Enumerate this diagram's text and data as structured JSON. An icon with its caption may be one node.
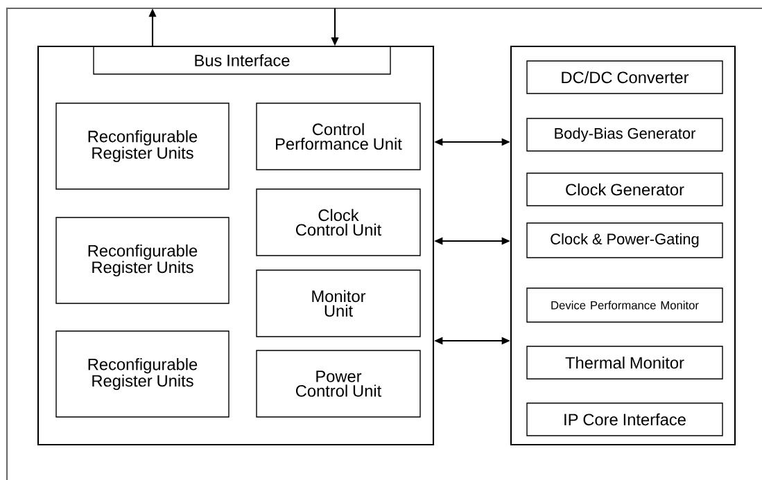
{
  "diagram": {
    "nodes": [
      {
        "text": [],
        "shape": "box"
      },
      {
        "text": [
          "Bus Interface"
        ],
        "in": 0
      },
      {
        "text": [
          "Reconfigurable Register Units"
        ],
        "in": 0
      },
      {
        "text": [
          "Reconfigurable Register Units"
        ],
        "in": 0
      },
      {
        "text": [
          "Reconfigurable Register Units"
        ],
        "in": 0
      },
      {
        "text": [
          "Control Performance Unit"
        ],
        "in": 0
      },
      {
        "text": [
          "Clock Control Unit"
        ],
        "in": 0
      },
      {
        "text": [
          "Monitor Unit"
        ],
        "in": 0
      },
      {
        "text": [
          "Power Control Unit"
        ],
        "in": 0
      },
      {
        "text": [],
        "shape": "box"
      },
      {
        "text": [
          "DC/DC Converter"
        ],
        "in": 9
      },
      {
        "text": [
          "Body-Bias Generator"
        ],
        "in": 9
      },
      {
        "text": [
          "Clock Generator"
        ],
        "in": 9
      },
      {
        "text": [
          "Clock & Power-Gating"
        ],
        "in": 9
      },
      {
        "text": [
          "Device Performance Monitor"
        ],
        "in": 9
      },
      {
        "text": [
          "Thermal Monitor"
        ],
        "in": 9
      },
      {
        "text": [
          "IP Core Interface"
        ],
        "in": 9
      }
    ],
    "edges": [
      {
        "from": 1,
        "to": null,
        "arrow": "to"
      },
      {
        "from": null,
        "to": 1,
        "arrow": "to"
      },
      {
        "from": 0,
        "to": 9,
        "arrow": "both"
      },
      {
        "from": 0,
        "to": 9,
        "arrow": "both"
      },
      {
        "from": 0,
        "to": 9,
        "arrow": "both"
      }
    ]
  }
}
